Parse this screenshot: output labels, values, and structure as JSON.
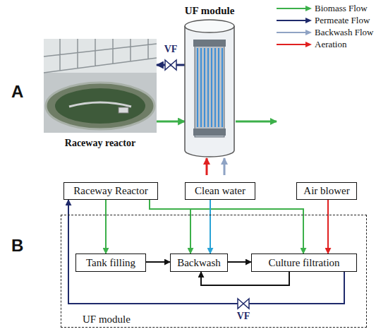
{
  "diagram": {
    "nodes": [
      {
        "text": [
          "Raceway reactor"
        ]
      },
      {
        "text": [
          "UF module"
        ]
      },
      {
        "text": [
          "Raceway Reactor"
        ]
      },
      {
        "text": [
          "Clean water"
        ]
      },
      {
        "text": [
          "Air blower"
        ]
      },
      {
        "text": [
          "UF module"
        ]
      },
      {
        "text": [
          "Tank filling"
        ],
        "in": 5
      },
      {
        "text": [
          "Backwash"
        ],
        "in": 5
      },
      {
        "text": [
          "Culture filtration"
        ],
        "in": 5
      }
    ],
    "edges": [
      {
        "from": 0,
        "to": 1,
        "arrow": "to"
      },
      {
        "from": 1,
        "to": 0,
        "label": "VF",
        "arrow": "to"
      },
      {
        "from": 2,
        "to": 6,
        "arrow": "to"
      },
      {
        "from": 2,
        "to": 7,
        "arrow": "to"
      },
      {
        "from": 2,
        "to": 8,
        "arrow": "to"
      },
      {
        "from": 3,
        "to": 7,
        "arrow": "to"
      },
      {
        "from": 4,
        "to": 8,
        "arrow": "to"
      },
      {
        "from": 6,
        "to": 7,
        "arrow": "to"
      },
      {
        "from": 7,
        "to": 8,
        "arrow": "to"
      },
      {
        "from": 8,
        "to": 7,
        "arrow": "to"
      },
      {
        "from": 8,
        "to": 2,
        "label": "VF",
        "arrow": "to"
      }
    ],
    "labels": [
      "A",
      "B"
    ],
    "legend": [
      {
        "text": "Biomass Flow"
      },
      {
        "text": "Permeate Flow"
      },
      {
        "text": "Backwash Flow"
      },
      {
        "text": "Aeration"
      }
    ]
  }
}
